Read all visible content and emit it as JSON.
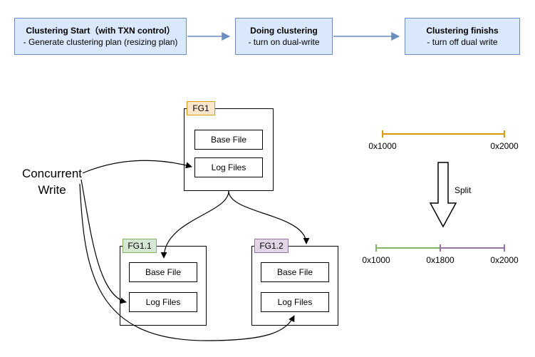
{
  "flow": {
    "steps": [
      {
        "title": "Clustering Start（with TXN control）",
        "subtitle": "- Generate clustering plan (resizing plan)"
      },
      {
        "title": "Doing clustering",
        "subtitle": "- turn on dual-write"
      },
      {
        "title": "Clustering finishs",
        "subtitle": "- turn off dual write"
      }
    ]
  },
  "concurrent": {
    "line1": "Concurrent",
    "line2": "Write"
  },
  "groups": {
    "fg1": {
      "label": "FG1",
      "base_file": "Base File",
      "log_files": "Log Files"
    },
    "fg11": {
      "label": "FG1.1",
      "base_file": "Base File",
      "log_files": "Log Files"
    },
    "fg12": {
      "label": "FG1.2",
      "base_file": "Base File",
      "log_files": "Log Files"
    }
  },
  "ranges": {
    "top": {
      "start": "0x1000",
      "end": "0x2000"
    },
    "bottom": {
      "start": "0x1000",
      "mid": "0x1800",
      "end": "0x2000"
    }
  },
  "split_label": "Split",
  "colors": {
    "flow_fill": "#dae8fc",
    "flow_border": "#6c8ebf",
    "arrow_blue": "#6c8ebf",
    "fg1_fill": "#ffe6cc",
    "fg1_border": "#d79b00",
    "fg11_fill": "#d5e8d4",
    "fg11_border": "#82b366",
    "fg12_fill": "#e1d5e7",
    "fg12_border": "#9673a6",
    "range_top": "#d79b00",
    "range_green": "#82b366",
    "range_purple": "#9673a6"
  }
}
